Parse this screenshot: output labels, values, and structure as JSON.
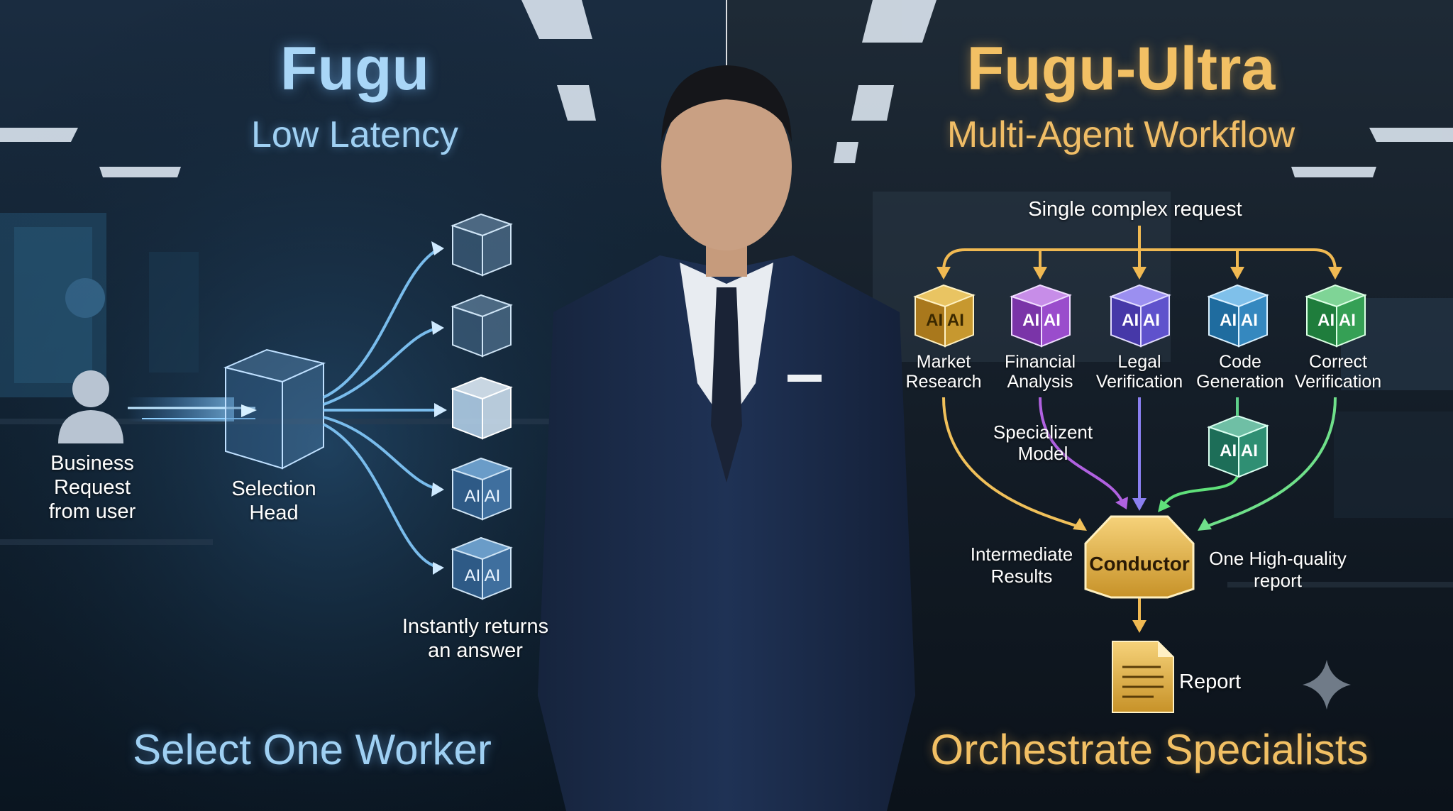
{
  "left": {
    "title": "Fugu",
    "subtitle": "Low Latency",
    "input_label": [
      "Business",
      "Request",
      "from user"
    ],
    "selector_label": [
      "Selection",
      "Head"
    ],
    "result_label": [
      "Instantly returns",
      "an answer"
    ],
    "worker_chip_text": "AI",
    "tagline": "Select One Worker",
    "accent_color": "#a9d6f7"
  },
  "right": {
    "title": "Fugu-Ultra",
    "subtitle": "Multi-Agent Workflow",
    "request_label": "Single complex request",
    "agents": [
      {
        "line1": "Market",
        "line2": "Research",
        "color": "#d9a838"
      },
      {
        "line1": "Financial",
        "line2": "Analysis",
        "color": "#a455d6"
      },
      {
        "line1": "Legal",
        "line2": "Verification",
        "color": "#6a5fd8"
      },
      {
        "line1": "Code",
        "line2": "Generation",
        "color": "#3f97cf"
      },
      {
        "line1": "Correct",
        "line2": "Verification",
        "color": "#3fb060"
      }
    ],
    "agent_chip_text": "AI",
    "specialized_label": [
      "Specializent",
      "Model"
    ],
    "intermediate_label": [
      "Intermediate",
      "Results"
    ],
    "conductor_label": "Conductor",
    "quality_label": [
      "One High-quality",
      "report"
    ],
    "report_label": "Report",
    "tagline": "Orchestrate Specialists",
    "accent_color": "#f2c064"
  }
}
